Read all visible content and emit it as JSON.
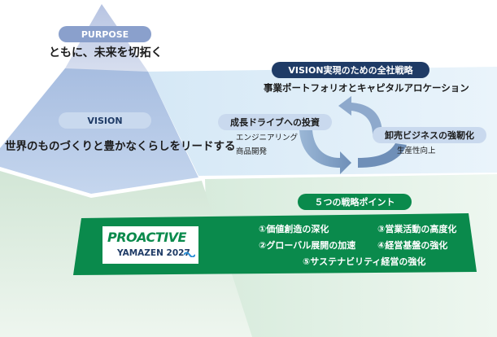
{
  "purpose": {
    "label": "PURPOSE",
    "statement": "ともに、未来を切拓く"
  },
  "vision": {
    "label": "VISION",
    "statement": "世界のものづくりと豊かなくらしをリードする"
  },
  "strategy": {
    "title": "VISION実現のための全社戦略",
    "portfolio": "事業ポートフォリオとキャピタルアロケーション",
    "growth": {
      "label": "成長ドライブへの投資",
      "items": [
        "エンジニアリング",
        "商品開発"
      ]
    },
    "wholesale": {
      "label": "卸売ビジネスの強靭化",
      "items": [
        "生産性向上"
      ]
    }
  },
  "points": {
    "title": "５つの戦略ポイント",
    "items": [
      "①価値創造の深化",
      "③営業活動の高度化",
      "②グローバル展開の加速",
      "④経営基盤の強化",
      "⑤サステナビリティ経営の強化"
    ]
  },
  "logo": {
    "word": "PROACTIVE",
    "sub": "YAMAZEN 2027"
  },
  "colors": {
    "pyramid_top": "#c5cfe6",
    "pyramid_mid": "#a9c0e3",
    "pyramid_bottom": "#d9eadc",
    "vision_panel": "#deedf8",
    "band_green": "#0a8a4c",
    "navy": "#1f3b66",
    "pill_blue": "#c9d9ee"
  }
}
